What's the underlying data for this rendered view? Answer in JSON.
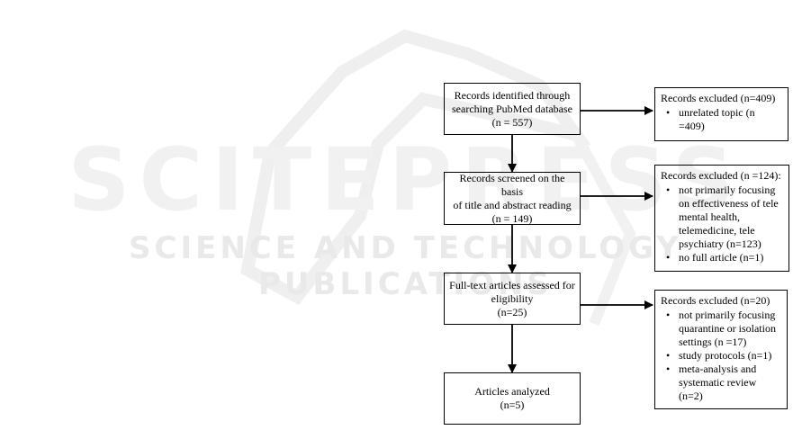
{
  "watermark": {
    "big_text": "SCITEPRESS",
    "small_text": "SCIENCE AND TECHNOLOGY PUBLICATIONS"
  },
  "flow": {
    "identified": {
      "lines": [
        "Records identified through",
        "searching PubMed database",
        "(n = 557)"
      ]
    },
    "screened": {
      "lines": [
        "Records screened on the basis",
        "of title and abstract reading",
        "(n = 149)"
      ]
    },
    "fulltext": {
      "lines": [
        "Full-text articles assessed for",
        "eligibility",
        "(n=25)"
      ]
    },
    "analyzed": {
      "lines": [
        "Articles analyzed",
        "(n=5)"
      ]
    },
    "excluded_1": {
      "title": "Records excluded (n=409)",
      "items": [
        "unrelated topic (n =409)"
      ]
    },
    "excluded_2": {
      "title": "Records excluded (n =124):",
      "items": [
        "not primarily focusing on effectiveness of tele mental health, telemedicine, tele psychiatry (n=123)",
        "no full article (n=1)"
      ]
    },
    "excluded_3": {
      "title": "Records excluded (n=20)",
      "items": [
        "not primarily focusing quarantine or isolation settings (n =17)",
        "study protocols (n=1)",
        "meta-analysis and systematic review (n=2)"
      ]
    }
  }
}
